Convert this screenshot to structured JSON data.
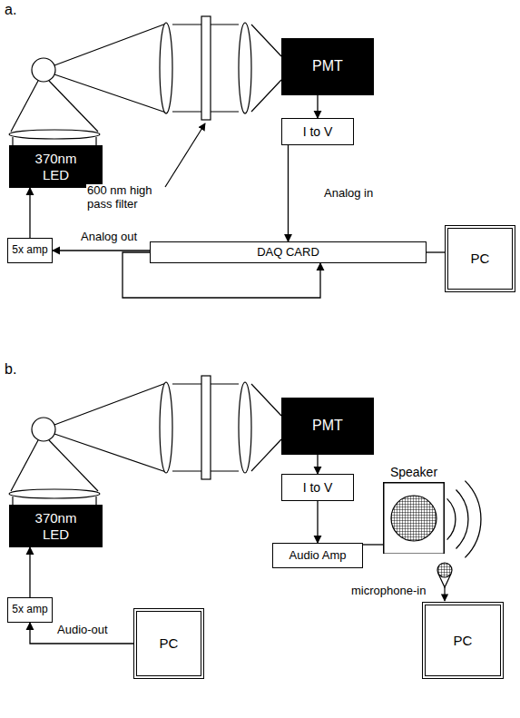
{
  "diagram": {
    "nodes": [
      {
        "text": [
          "PMT"
        ]
      },
      {
        "text": [
          "I to V"
        ]
      },
      {
        "text": [
          "370nm LED"
        ]
      },
      {
        "text": [
          "5x amp"
        ]
      },
      {
        "text": [
          "DAQ CARD"
        ]
      },
      {
        "text": [
          "PC"
        ]
      },
      {
        "text": [
          "PMT"
        ]
      },
      {
        "text": [
          "I to V"
        ]
      },
      {
        "text": [
          "370nm LED"
        ]
      },
      {
        "text": [
          "5x amp"
        ]
      },
      {
        "text": [
          "PC"
        ]
      },
      {
        "text": [
          "Speaker"
        ]
      },
      {
        "text": [
          "Audio Amp"
        ]
      },
      {
        "text": [
          "PC"
        ]
      }
    ],
    "edges": [
      {
        "from": 0,
        "to": 1,
        "arrow": "to"
      },
      {
        "from": 1,
        "to": 4,
        "label": "Analog in",
        "arrow": "to"
      },
      {
        "from": 4,
        "to": 3,
        "label": "Analog out",
        "arrow": "to"
      },
      {
        "from": 4,
        "to": 4,
        "arrow": "to"
      },
      {
        "from": 3,
        "to": 2,
        "arrow": "to"
      },
      {
        "from": 4,
        "to": 5,
        "arrow": "none"
      },
      {
        "from": 6,
        "to": 7,
        "arrow": "to"
      },
      {
        "from": 7,
        "to": 12,
        "arrow": "to"
      },
      {
        "from": 12,
        "to": 11,
        "arrow": "none"
      },
      {
        "from": 10,
        "to": 9,
        "label": "Audio-out",
        "arrow": "to"
      },
      {
        "from": 9,
        "to": 8,
        "arrow": "to"
      }
    ],
    "labels": [
      "a.",
      "600 nm high pass filter",
      "b.",
      "microphone-in"
    ]
  }
}
